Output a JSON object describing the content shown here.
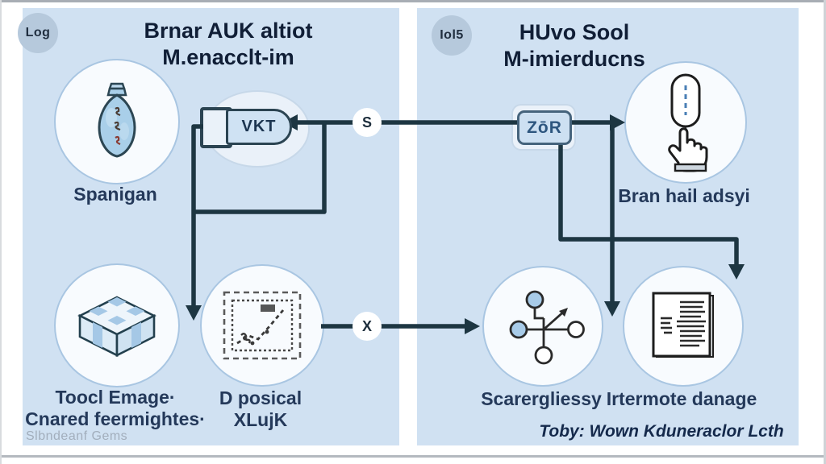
{
  "left_panel": {
    "badge": "Log",
    "title": {
      "line1": "Brnar AUK altiot",
      "line2": "M.enacclt-im"
    },
    "spanigan_label": "Spanigan",
    "vkt_label": "VKT",
    "tool_image_label": {
      "line1": "Toocl Emage·",
      "line2": "Cnared feermightes·"
    },
    "d_posical_label": {
      "line1": "D posical",
      "line2": "XLujK"
    },
    "footer": "Slbndeanf Gems"
  },
  "right_panel": {
    "badge": "Iol5",
    "title": {
      "line1": "HUvo Sool",
      "line2": "M-imierducns"
    },
    "zor_label": "ZōR",
    "bran_label": "Bran hail adsyi",
    "scarergliessy_label": "Scarergliessy",
    "irtermote_label": "Irtermote danage",
    "caption": "Toby: Wown Kduneraclor Lcth"
  },
  "connectors": {
    "s_badge": "S",
    "x_badge": "X"
  },
  "colors": {
    "panel_bg": "#d0e1f2",
    "line": "#1d3642",
    "accent_blue": "#a9cbe6",
    "node_bg": "#f8fbfe",
    "node_border": "#a9c6e2"
  }
}
